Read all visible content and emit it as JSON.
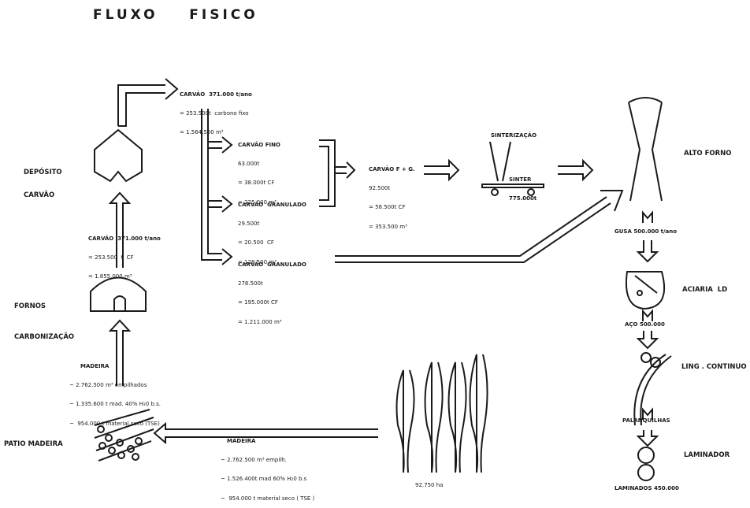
{
  "title": "FLUXO    FISICO",
  "nodes": {
    "deposito": [
      "DEPÓSITO",
      "CARVÃO"
    ],
    "fornos": [
      "FORNOS",
      "CARBONIZAÇÃO"
    ],
    "patio": "PATIO MADEIRA",
    "sinterizacao": "SINTERIZAÇÃO",
    "sinter": [
      "SINTER",
      "775.000t"
    ],
    "alto_forno": "ALTO FORNO",
    "aciaria": "ACIARIA  LD",
    "ling": "LING . CONTINUO",
    "laminador": "LAMINADOR"
  },
  "flows": {
    "carvao_top": [
      "CARVÃO  371.000 t/ano",
      "= 253.500t  carbono fixo",
      "= 1.564.500 m³"
    ],
    "carvao_mid": [
      "CARVÃO  371.000 t/ano",
      "= 253.500  t  CF",
      "= 1.855.000 m³"
    ],
    "carvao_fino": [
      "CARVÃO FINO",
      "63.000t",
      "= 38.000t CF",
      "= 225.000 m³"
    ],
    "carvao_gran1": [
      "CARVÃO  GRANULADO",
      "29.500t",
      "= 20.500  CF",
      "= 128.500 m³"
    ],
    "carvao_gran2": [
      "CARVÃO  GRANULADO",
      "278.500t",
      "= 195.000t CF",
      "= 1.211.000 m³"
    ],
    "carvao_fg": [
      "CARVÃO F + G.",
      "92.500t",
      "= 58.500t CF",
      "= 353.500 m³"
    ],
    "madeira_left": [
      "MADEIRA",
      "~ 2.762.500 m³ empilhados",
      "~ 1.335.600 t mad. 40% H₂0 b.s.",
      "~  954.000 t material seco (TSE)"
    ],
    "madeira_right": [
      "MADEIRA",
      "~ 2.762.500 m³ empilh.",
      "~ 1.526.400t mad 60% H₂0 b.s",
      "~  954.000 t material seco ( TSE )"
    ],
    "area": "92.750 ha",
    "gusa": "GUSA 500.000 t/ano",
    "aco": "AÇO 500.000",
    "palanquilhas": "PALANQUILHAS",
    "laminados": "LAMINADOS 450.000"
  },
  "icons": [
    "house-icon",
    "oven-icon",
    "log-pile-icon",
    "tree-icon",
    "sinter-cart-icon",
    "blast-furnace-icon",
    "converter-icon",
    "caster-icon",
    "roller-icon",
    "ladle-icon",
    "arrow-icon"
  ]
}
